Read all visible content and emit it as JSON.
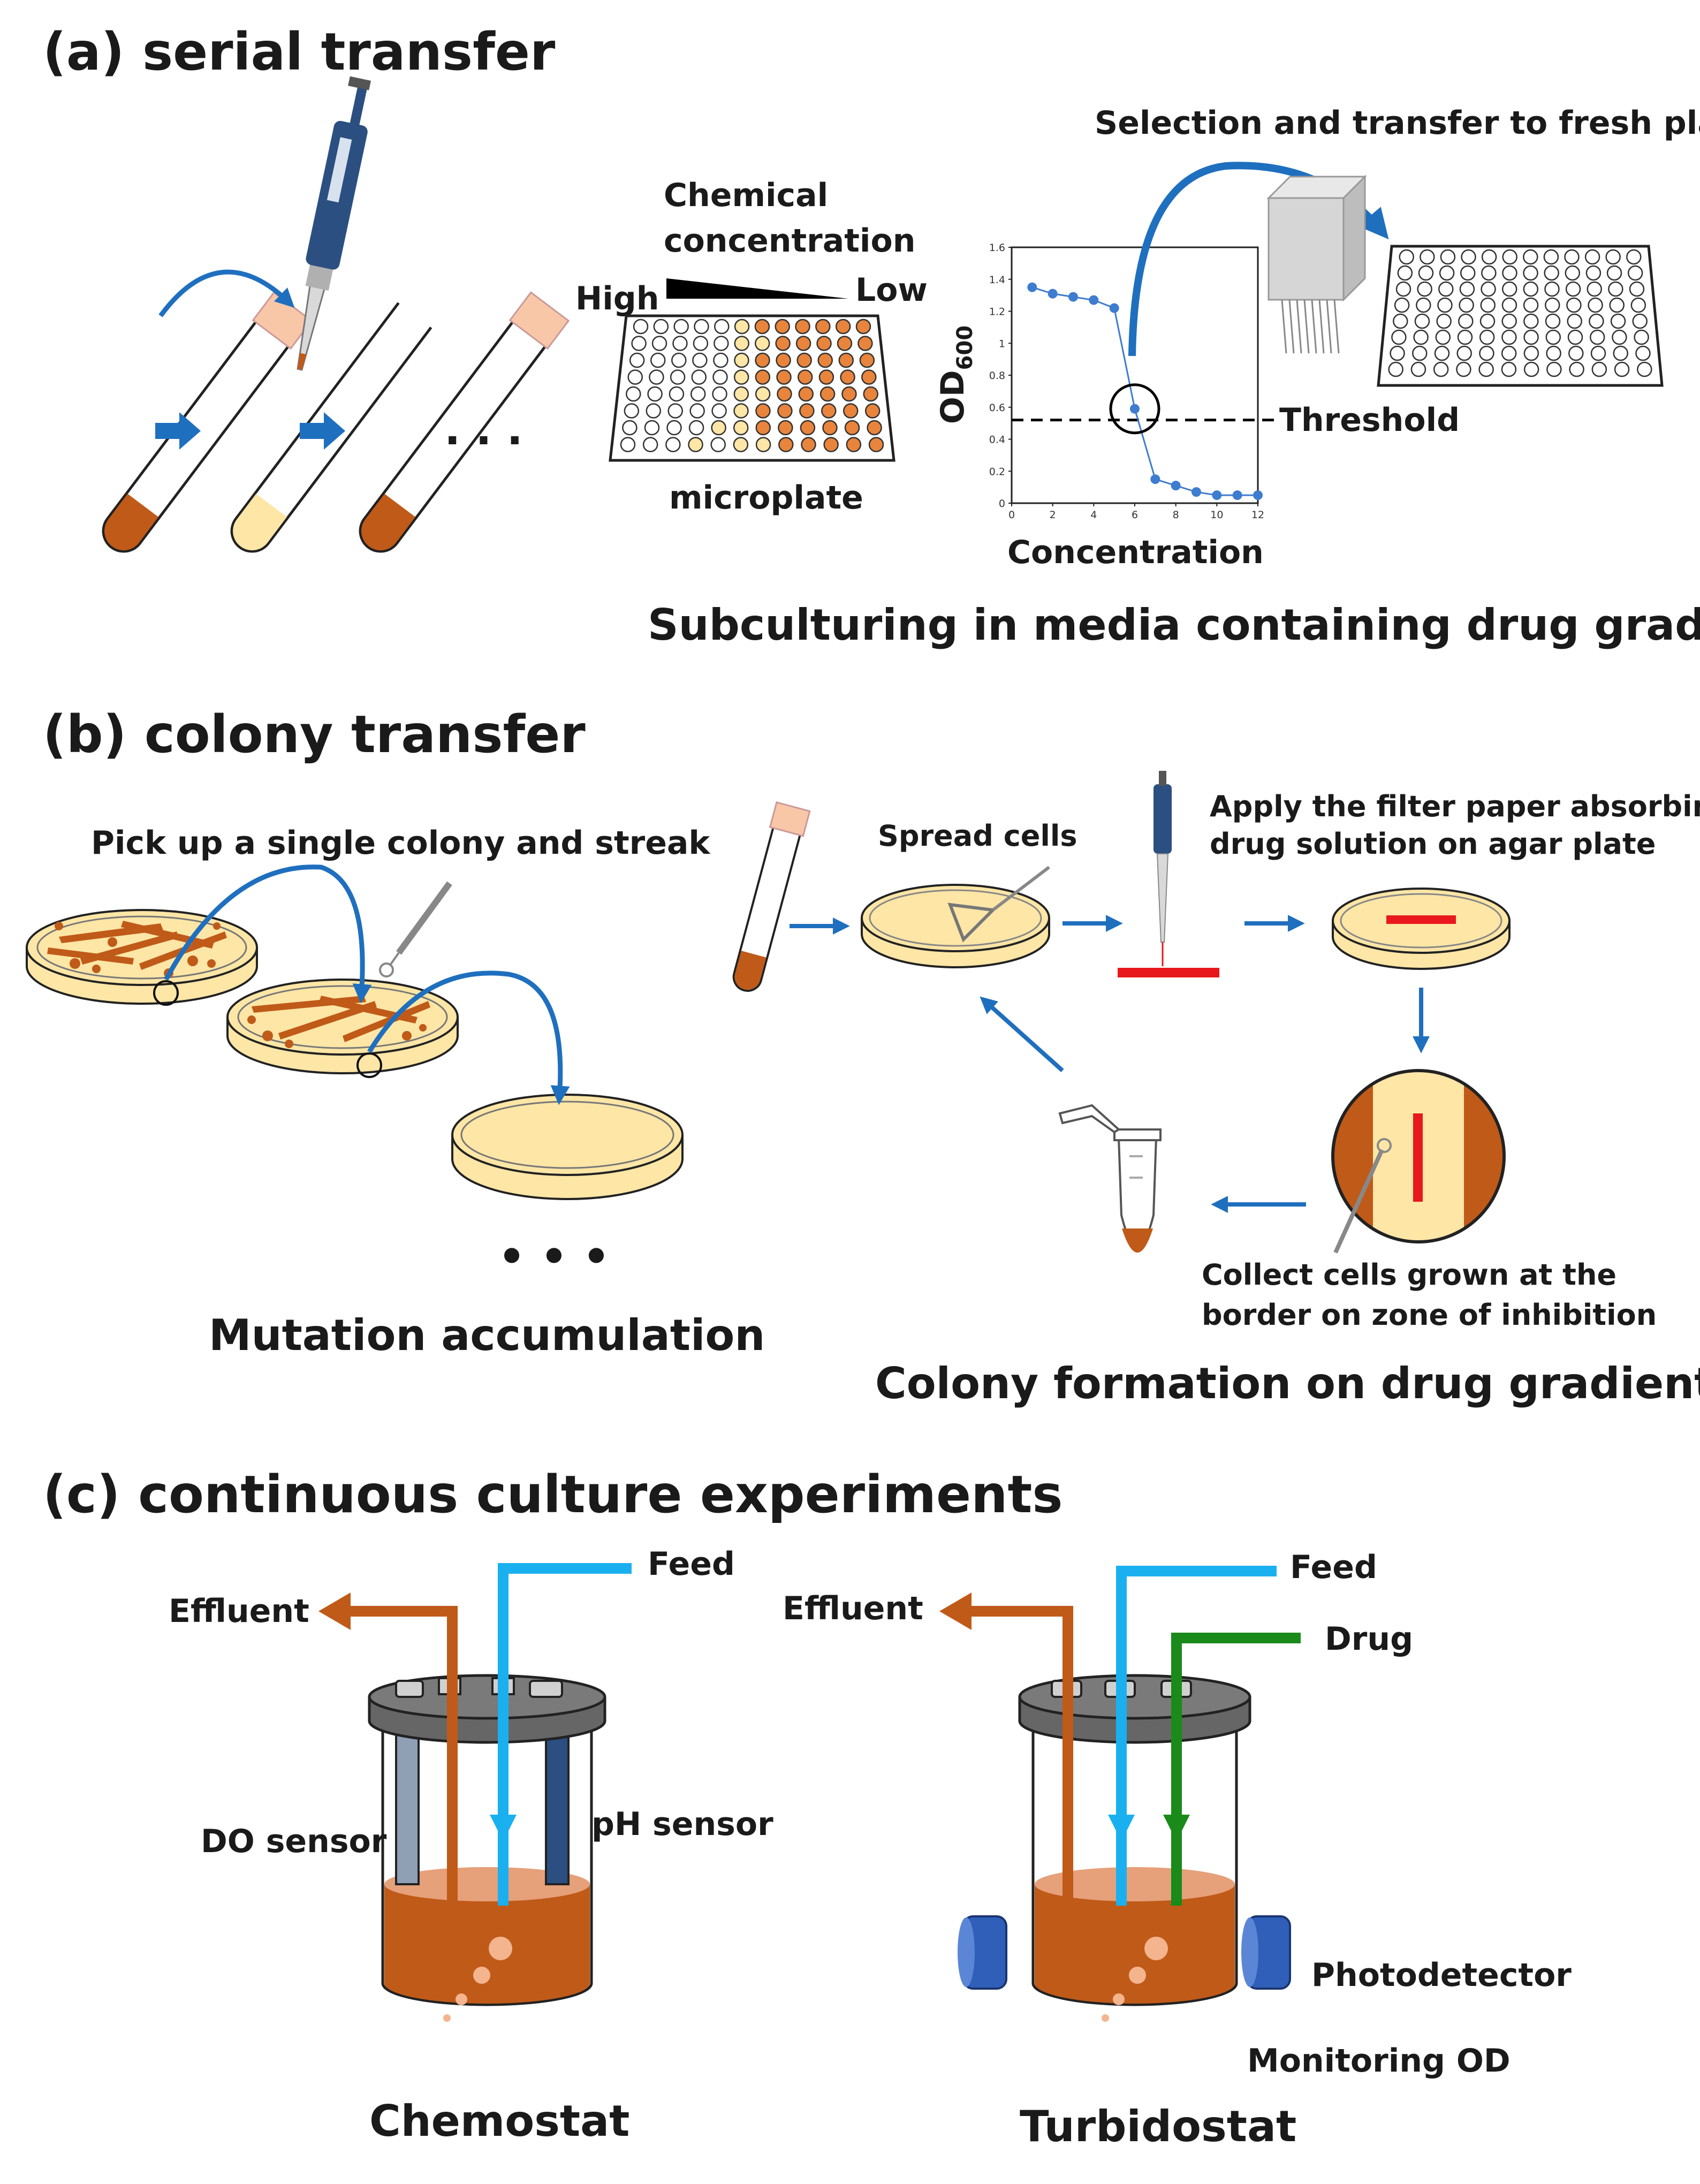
{
  "panel_a": {
    "heading": "(a) serial transfer",
    "ellipsis": ". . .",
    "gradient": {
      "title_line1": "Chemical",
      "title_line2": "concentration",
      "high": "High",
      "low": "Low",
      "plate_label": "microplate"
    },
    "transfer_label": "Selection and transfer to fresh plate",
    "threshold_label": "Threshold",
    "caption": "Subculturing in media containing drug gradients"
  },
  "chart_data": {
    "type": "line",
    "title": "",
    "xlabel": "Concentration",
    "ylabel": "OD600",
    "ylabel_main": "OD",
    "ylabel_sub": "600",
    "xlim": [
      0,
      12
    ],
    "ylim": [
      0,
      1.6
    ],
    "xticks": [
      0,
      2,
      4,
      6,
      8,
      10,
      12
    ],
    "yticks": [
      0,
      0.2,
      0.4,
      0.6,
      0.8,
      1,
      1.2,
      1.4,
      1.6
    ],
    "series": [
      {
        "x": [
          1,
          2,
          3,
          4,
          5,
          6,
          7,
          8,
          9,
          10,
          11,
          12
        ],
        "y": [
          1.35,
          1.31,
          1.29,
          1.27,
          1.22,
          0.59,
          0.15,
          0.11,
          0.07,
          0.05,
          0.05,
          0.05
        ],
        "color": "#3e7ccf"
      }
    ],
    "threshold": 0.52,
    "highlighted_point_index": 5,
    "grid": false
  },
  "panel_b": {
    "heading": "(b) colony transfer",
    "pick_label": "Pick up a single colony and streak",
    "ellipsis": "• • •",
    "mutation_caption": "Mutation accumulation",
    "spread_label": "Spread cells",
    "apply_line1": "Apply the filter paper absorbing",
    "apply_line2": "drug solution on agar plate",
    "collect_line1": "Collect cells grown at the",
    "collect_line2": "border on zone of inhibition",
    "caption": "Colony formation on drug gradients"
  },
  "panel_c": {
    "heading": "(c) continuous culture experiments",
    "chemostat": {
      "feed": "Feed",
      "effluent": "Effluent",
      "do_sensor": "DO sensor",
      "ph_sensor": "pH sensor",
      "name": "Chemostat"
    },
    "turbidostat": {
      "feed": "Feed",
      "effluent": "Effluent",
      "drug": "Drug",
      "photodetector": "Photodetector",
      "monitoring": "Monitoring OD",
      "name": "Turbidostat"
    }
  },
  "colors": {
    "arrow_blue": "#1f6fbf",
    "culture_brown": "#c05a18",
    "medium_cream": "#fde6a6",
    "feed_cyan": "#1ab0f0",
    "drug_green": "#1a8a1a",
    "paper_red": "#e8181c",
    "pipette_blue": "#2b4f80"
  }
}
